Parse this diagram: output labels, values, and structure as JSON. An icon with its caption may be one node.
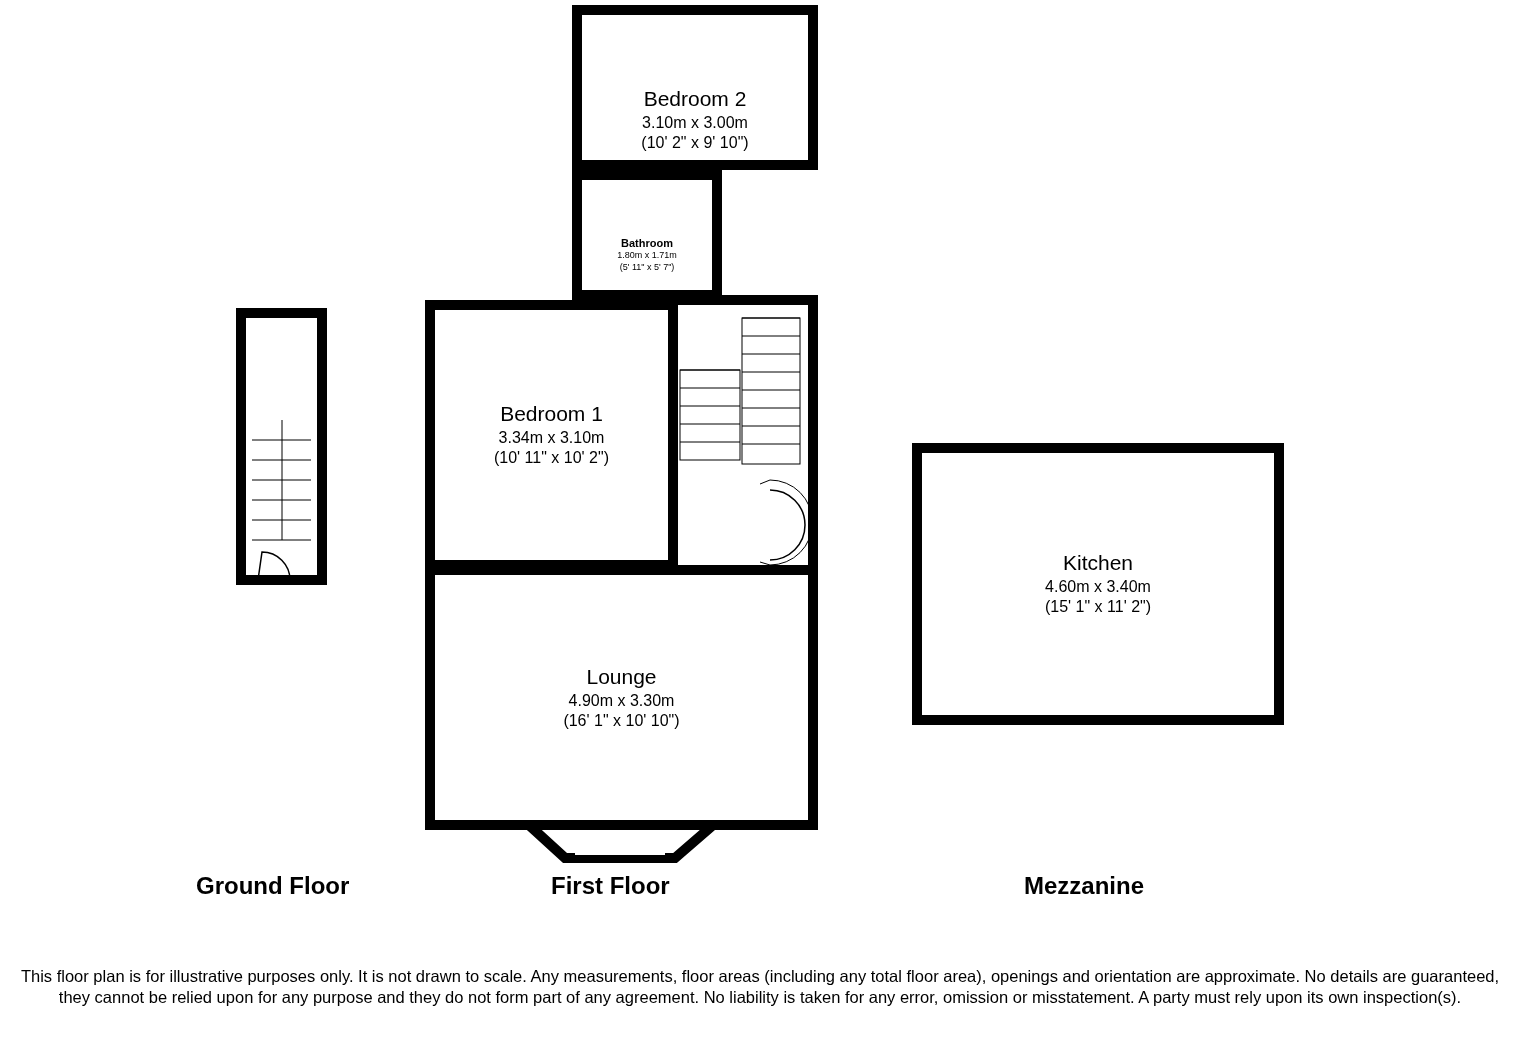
{
  "diagram": {
    "nodes": [
      {
        "text": [
          "Bedroom 2",
          "3.10m x 3.00m",
          "(10' 2\" x 9' 10\")"
        ]
      },
      {
        "text": [
          "Bathroom",
          "1.80m x 1.71m",
          "(5' 11\" x 5' 7\")"
        ]
      },
      {
        "text": [
          "Bedroom 1",
          "3.34m x 3.10m",
          "(10' 11\" x 10' 2\")"
        ]
      },
      {
        "text": [
          "Lounge",
          "4.90m x 3.30m",
          "(16' 1\" x 10' 10\")"
        ]
      },
      {
        "text": [
          "Kitchen",
          "4.60m x 3.40m",
          "(15' 1\" x 11' 2\")"
        ]
      }
    ],
    "labels": [
      "Ground Floor",
      "First Floor",
      "Mezzanine",
      "This floor plan is for illustrative purposes only. It is not drawn to scale. Any measurements, floor areas (including any total floor area), openings and orientation are approximate. No details are guaranteed, they cannot be relied upon for any purpose and they do not form part of any agreement. No liability is taken for any error, omission or misstatement. A party must rely upon its own inspection(s)."
    ]
  }
}
